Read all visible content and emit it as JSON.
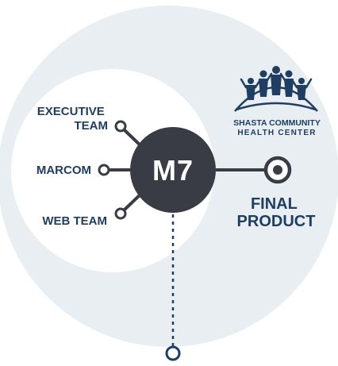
{
  "center_node": {
    "label": "M7"
  },
  "input_nodes": [
    {
      "id": "executive",
      "lines": [
        "EXECUTIVE",
        "TEAM"
      ]
    },
    {
      "id": "marcom",
      "lines": [
        "MARCOM"
      ]
    },
    {
      "id": "web",
      "lines": [
        "WEB TEAM"
      ]
    }
  ],
  "output_node": {
    "lines": [
      "FINAL",
      "PRODUCT"
    ]
  },
  "logo": {
    "name_line_1": "SHASTA COMMUNITY",
    "name_line_2": "HEALTH CENTER"
  },
  "colors": {
    "primary": "#1f3e62",
    "hub": "#3a3c45",
    "outer_ring": "#e9eef3",
    "inner_circle": "#ffffff",
    "hub_text": "#ffffff",
    "connector": "#3a3c45"
  }
}
